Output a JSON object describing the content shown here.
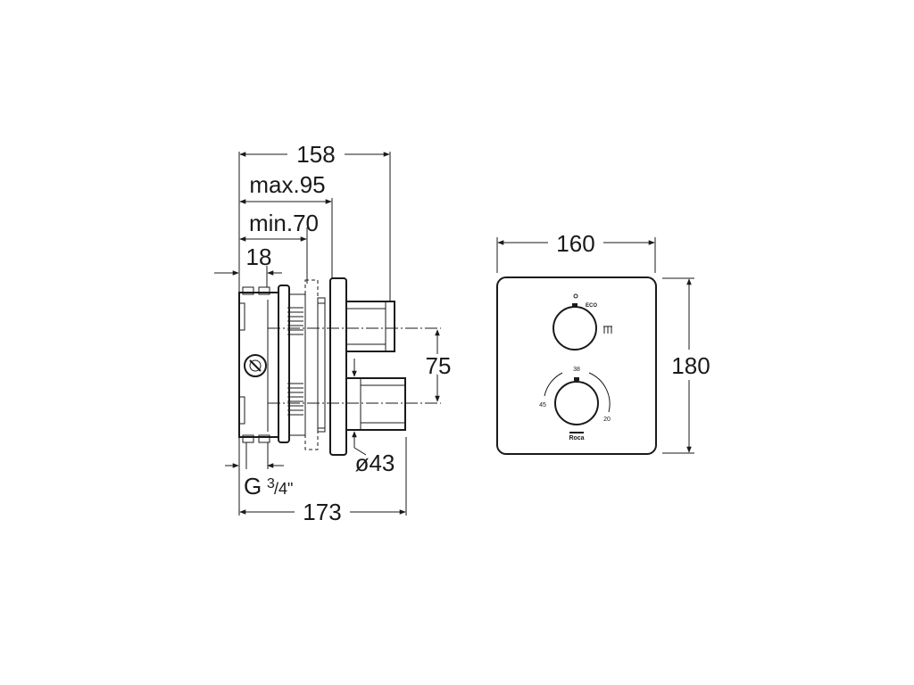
{
  "side_view": {
    "dim_total_depth_top": "158",
    "dim_max": "max.95",
    "dim_min": "min.70",
    "dim_wall_offset": "18",
    "dim_outlet_spacing": "75",
    "dim_outlet_diameter": "ø43",
    "dim_thread_g": "G",
    "dim_thread_num": "3",
    "dim_thread_den": "/4\"",
    "dim_total_depth_bottom": "173"
  },
  "front_view": {
    "dim_width": "160",
    "dim_height": "180",
    "scale_38": "38",
    "scale_45": "45",
    "scale_20": "20",
    "eco_label": "ECO",
    "brand": "Roca"
  }
}
